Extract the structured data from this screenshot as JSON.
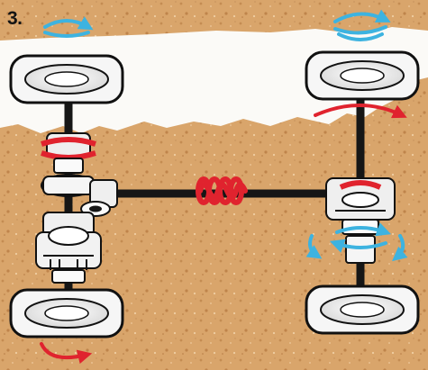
{
  "figure": {
    "step_number": "3.",
    "colors": {
      "terrain": "#d9a56b",
      "snow": "#fbfaf7",
      "drivetrain": "#161616",
      "differential_housing": "#efefef",
      "torque_arrow_blue": "#3db3e0",
      "power_coupling_red": "#e0232e"
    },
    "components": [
      "front-left-wheel",
      "front-right-wheel",
      "rear-left-wheel",
      "rear-right-wheel",
      "front-axle-left",
      "front-axle-right",
      "propeller-shaft",
      "front-differential",
      "rear-differential",
      "center-coupling",
      "transfer-gear",
      "limited-slip-unit-front",
      "limited-slip-unit-rear"
    ],
    "icons": {
      "rotation_arrow_blue": "curved-arrow-icon",
      "rotation_arrow_red": "curved-arrow-icon",
      "coil": "coil-spring-icon"
    }
  }
}
